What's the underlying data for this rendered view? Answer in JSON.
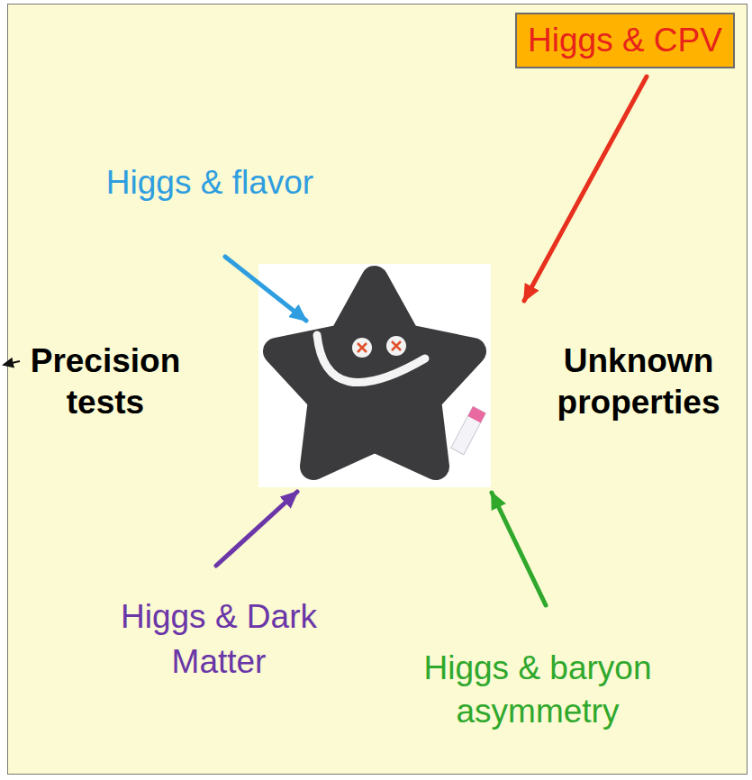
{
  "diagram": {
    "nodes": [
      {
        "text": [
          "Higgs & CPV"
        ]
      }
    ],
    "labels": [
      "Higgs & flavor",
      "Precision tests",
      "Unknown properties",
      "Higgs & Dark Matter",
      "Higgs & baryon asymmetry"
    ]
  }
}
